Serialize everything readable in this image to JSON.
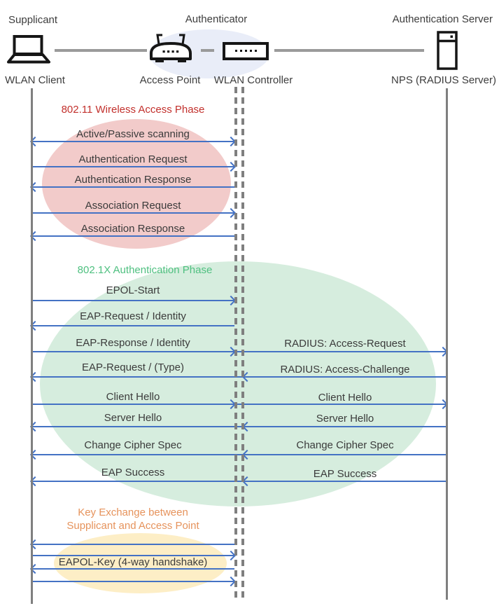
{
  "header": {
    "roles": [
      {
        "label": "Supplicant"
      },
      {
        "label": "Authenticator"
      },
      {
        "label": "Authentication Server"
      }
    ],
    "devices": [
      {
        "label": "WLAN Client",
        "icon": "laptop-icon"
      },
      {
        "label": "Access Point",
        "icon": "access-point-icon"
      },
      {
        "label": "WLAN Controller",
        "icon": "wlan-controller-icon"
      },
      {
        "label": "NPS (RADIUS Server)",
        "icon": "server-icon"
      }
    ]
  },
  "phases": [
    {
      "title": "802.11 Wireless Access Phase"
    },
    {
      "title": "802.1X Authentication Phase"
    },
    {
      "line1": "Key Exchange between",
      "line2": "Supplicant and Access Point"
    }
  ],
  "messages": {
    "left": [
      {
        "label": "Active/Passive scanning",
        "direction": "both"
      },
      {
        "label": "Authentication Request",
        "direction": "right"
      },
      {
        "label": "Authentication Response",
        "direction": "left"
      },
      {
        "label": "Association Request",
        "direction": "right"
      },
      {
        "label": "Association Response",
        "direction": "left"
      },
      {
        "label": "EPOL-Start",
        "direction": "right"
      },
      {
        "label": "EAP-Request / Identity",
        "direction": "left"
      },
      {
        "label": "EAP-Response / Identity",
        "direction": "right"
      },
      {
        "label": "EAP-Request / (Type)",
        "direction": "left"
      },
      {
        "label": "Client Hello",
        "direction": "right"
      },
      {
        "label": "Server Hello",
        "direction": "left"
      },
      {
        "label": "Change Cipher Spec",
        "direction": "left"
      },
      {
        "label": "EAP Success",
        "direction": "left"
      },
      {
        "label": "",
        "direction": "left"
      },
      {
        "label": "",
        "direction": "right"
      },
      {
        "label": "EAPOL-Key (4-way handshake)",
        "direction": "left"
      },
      {
        "label": "",
        "direction": "right"
      }
    ],
    "right": [
      {
        "label": "RADIUS: Access-Request",
        "direction": "right"
      },
      {
        "label": "RADIUS: Access-Challenge",
        "direction": "left"
      },
      {
        "label": "Client Hello",
        "direction": "right"
      },
      {
        "label": "Server Hello",
        "direction": "left"
      },
      {
        "label": "Change Cipher Spec",
        "direction": "left"
      },
      {
        "label": "EAP Success",
        "direction": "left"
      }
    ]
  },
  "colors": {
    "arrow": "#4472c4",
    "lifeline": "#7f7f7f",
    "connector": "#9a9a9a",
    "text": "#3b3b3b",
    "phase1": "#c2302c",
    "phase2": "#4fc080",
    "phase3": "#e6935c",
    "ellipse_pink": "#f2cbca",
    "ellipse_green": "#d6edde",
    "ellipse_yellow": "#fdeec6",
    "ellipse_blue": "#e9edf8",
    "icon": "#161616"
  }
}
